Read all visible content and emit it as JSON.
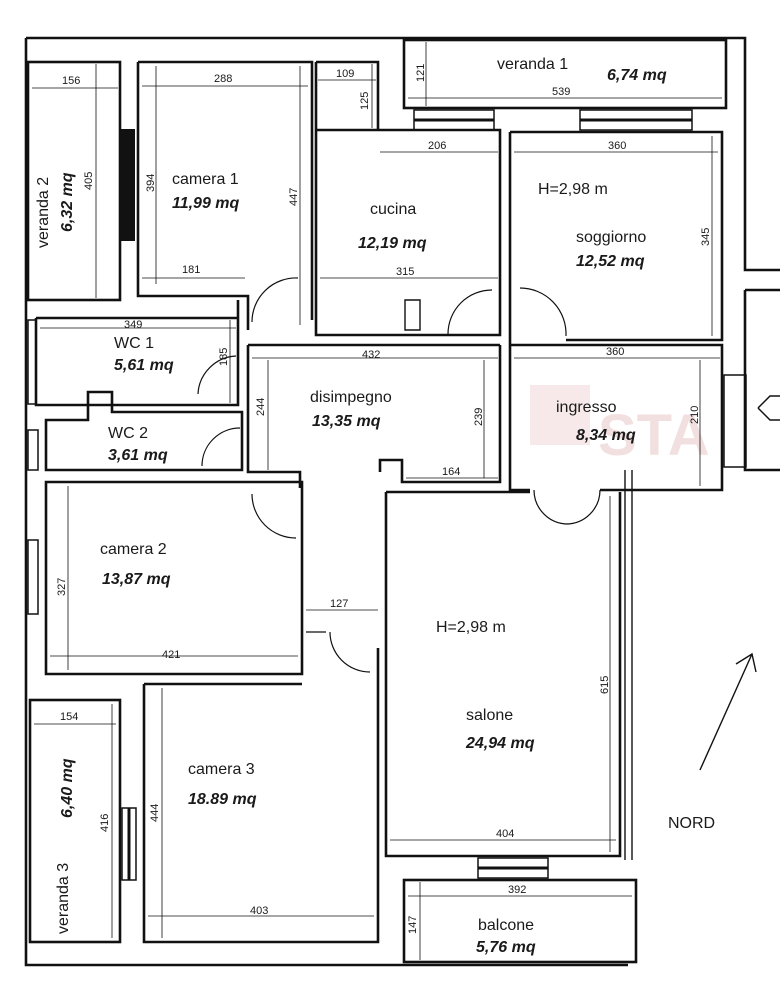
{
  "rooms": {
    "veranda1": {
      "name": "veranda 1",
      "area": "6,74 mq"
    },
    "veranda2": {
      "name": "veranda 2",
      "area": "6,32 mq"
    },
    "veranda3": {
      "name": "veranda 3",
      "area": "6,40 mq"
    },
    "camera1": {
      "name": "camera 1",
      "area": "11,99 mq"
    },
    "camera2": {
      "name": "camera 2",
      "area": "13,87 mq"
    },
    "camera3": {
      "name": "camera 3",
      "area": "18.89 mq"
    },
    "cucina": {
      "name": "cucina",
      "area": "12,19 mq"
    },
    "soggiorno": {
      "name": "soggiorno",
      "area": "12,52 mq",
      "height": "H=2,98 m"
    },
    "wc1": {
      "name": "WC 1",
      "area": "5,61 mq"
    },
    "wc2": {
      "name": "WC 2",
      "area": "3,61 mq"
    },
    "disimpegno": {
      "name": "disimpegno",
      "area": "13,35 mq"
    },
    "ingresso": {
      "name": "ingresso",
      "area": "8,34 mq"
    },
    "salone": {
      "name": "salone",
      "area": "24,94 mq",
      "height": "H=2,98 m"
    },
    "balcone": {
      "name": "balcone",
      "area": "5,76 mq"
    }
  },
  "dimensions": {
    "v2_w": "156",
    "v2_h": "405",
    "c1_w": "288",
    "c1_h": "394",
    "c1_h2": "447",
    "c1_b": "181",
    "cu_a": "109",
    "cu_b": "125",
    "cu_c": "206",
    "cu_w": "315",
    "v1_h": "121",
    "v1_w": "539",
    "so_w": "360",
    "so_h": "345",
    "wc1_w": "349",
    "wc1_h": "185",
    "di_w": "432",
    "di_h": "244",
    "di_h2": "239",
    "di_b": "164",
    "in_w": "360",
    "in_h": "210",
    "c2_h": "327",
    "c2_w": "421",
    "c2_b": "127",
    "sa_h": "615",
    "sa_w": "404",
    "v3_w": "154",
    "v3_h": "416",
    "c3_h": "444",
    "c3_w": "403",
    "ba_w": "392",
    "ba_h": "147"
  },
  "compass": {
    "label": "NORD"
  },
  "watermark": {
    "text": "STA"
  }
}
